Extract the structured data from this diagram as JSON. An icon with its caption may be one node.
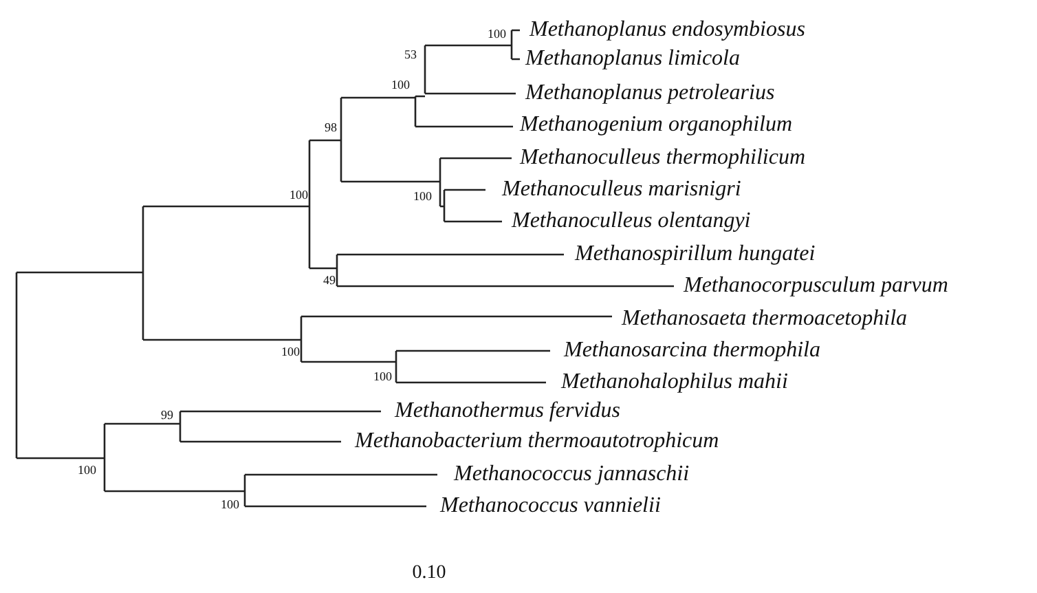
{
  "diagram": {
    "labels": [
      "100",
      "Methanoplanus endosymbiosus",
      "53",
      "Methanoplanus limicola",
      "100",
      "Methanoplanus petrolearius",
      "98",
      "Methanogenium organophilum",
      "Methanoculleus thermophilicum",
      "100",
      "100",
      "Methanoculleus marisnigri",
      "Methanoculleus olentangyi",
      "Methanospirillum hungatei",
      "49",
      "Methanocorpusculum parvum",
      "Methanosaeta thermoacetophila",
      "100",
      "Methanosarcina thermophila",
      "100",
      "Methanohalophilus mahii",
      "99",
      "Methanothermus fervidus",
      "Methanobacterium thermoautotrophicum",
      "100",
      "Methanococcus jannaschii",
      "100",
      "Methanococcus vannielii",
      "0.10"
    ]
  }
}
